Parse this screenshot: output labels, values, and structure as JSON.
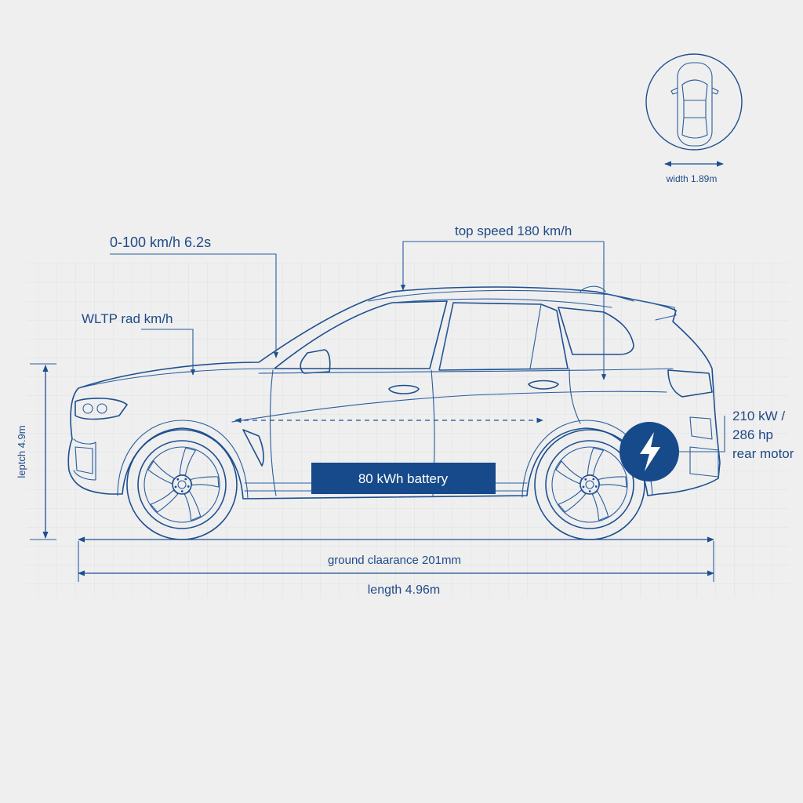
{
  "specs": {
    "acceleration": "0-100 km/h 6.2s",
    "top_speed": "top speed 180 km/h",
    "range": "WLTP rad km/h",
    "height": "leptch 4.9m",
    "width": "width 1.89m",
    "motor_line1": "210 kW /",
    "motor_line2": "286 hp",
    "motor_line3": "rear motor",
    "battery": "80 kWh battery",
    "ground_clearance": "ground claarance 201mm",
    "length": "length 4.96m"
  },
  "icons": {
    "motor": "lightning-bolt-icon",
    "top_view": "car-top-view-icon"
  },
  "colors": {
    "background": "#efefef",
    "line": "#1e4f8f",
    "accent": "#164a8a",
    "grid": "#d9dde3",
    "battery_text": "#ffffff"
  }
}
